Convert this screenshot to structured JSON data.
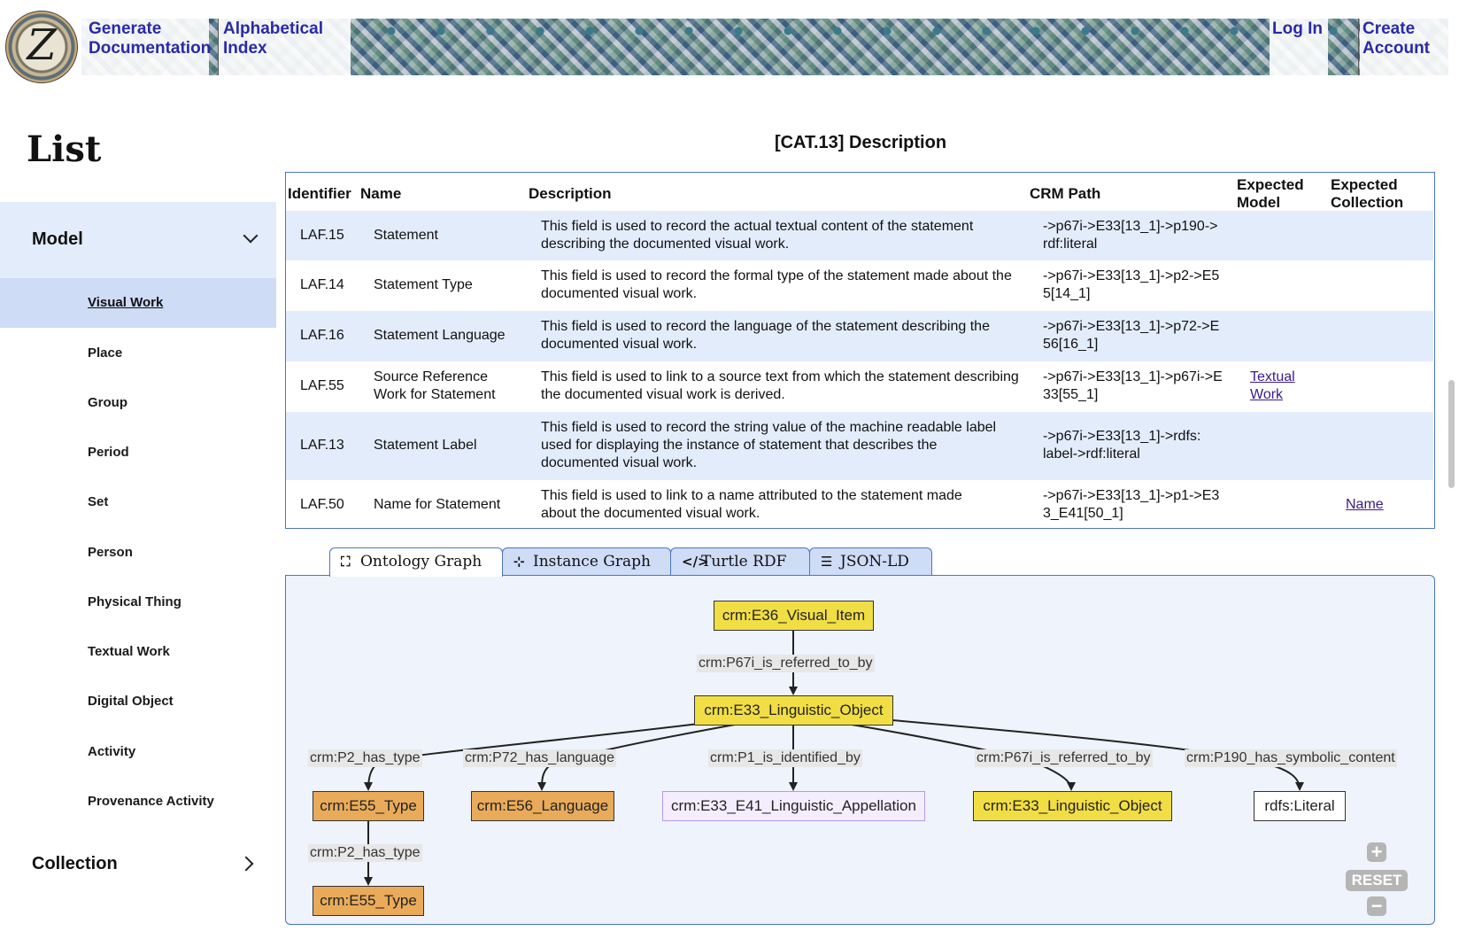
{
  "header": {
    "generate": "Generate Documentation",
    "index": "Alphabetical Index",
    "login": "Log In",
    "create": "Create Account"
  },
  "sidebar": {
    "title": "List",
    "model_label": "Model",
    "items": [
      "Visual Work",
      "Place",
      "Group",
      "Period",
      "Set",
      "Person",
      "Physical Thing",
      "Textual Work",
      "Digital Object",
      "Activity",
      "Provenance Activity"
    ],
    "collection_label": "Collection"
  },
  "main": {
    "title": "[CAT.13] Description",
    "columns": {
      "identifier": "Identifier",
      "name": "Name",
      "description": "Description",
      "crm_path": "CRM Path",
      "expected_model": "Expected Model",
      "expected_collection": "Expected Collection"
    },
    "rows": [
      {
        "id": "LAF.15",
        "name": "Statement",
        "desc": "This field is used to record the actual textual content of the statement describing the documented visual work.",
        "path": "->p67i->E33[13_1]->p190->rdf:literal",
        "model": "",
        "collection": ""
      },
      {
        "id": "LAF.14",
        "name": "Statement Type",
        "desc": "This field is used to record the formal type of the statement made about the documented visual work.",
        "path": "->p67i->E33[13_1]->p2->E55[14_1]",
        "model": "",
        "collection": ""
      },
      {
        "id": "LAF.16",
        "name": "Statement Language",
        "desc": "This field is used to record the language of the statement describing the documented visual work.",
        "path": "->p67i->E33[13_1]->p72->E56[16_1]",
        "model": "",
        "collection": ""
      },
      {
        "id": "LAF.55",
        "name": "Source Reference Work for Statement",
        "desc": "This field is used to link to a source text from which the statement describing the documented visual work is derived.",
        "path": "->p67i->E33[13_1]->p67i->E33[55_1]",
        "model": "Textual Work",
        "collection": ""
      },
      {
        "id": "LAF.13",
        "name": "Statement Label",
        "desc": "This field is used to record the string value of the machine readable label used for displaying the instance of statement that describes the documented visual work.",
        "path": "->p67i->E33[13_1]->rdfs:label->rdf:literal",
        "model": "",
        "collection": ""
      },
      {
        "id": "LAF.50",
        "name": "Name for Statement",
        "desc": "This field is used to link to a name attributed to the statement made about the documented visual work.",
        "path": "->p67i->E33[13_1]->p1->E33_E41[50_1]",
        "model": "",
        "collection": "Name"
      }
    ]
  },
  "tabs": [
    {
      "label": "Ontology Graph",
      "icon": "ontology-graph-icon",
      "active": true
    },
    {
      "label": "Instance Graph",
      "icon": "instance-graph-icon",
      "active": false
    },
    {
      "label": "Turtle RDF",
      "icon": "code-icon",
      "active": false
    },
    {
      "label": "JSON-LD",
      "icon": "list-icon",
      "active": false
    }
  ],
  "graph": {
    "nodes": {
      "visual_item": "crm:E36_Visual_Item",
      "linguistic_object": "crm:E33_Linguistic_Object",
      "type": "crm:E55_Type",
      "language": "crm:E56_Language",
      "appellation": "crm:E33_E41_Linguistic_Appellation",
      "linguistic_object_2": "crm:E33_Linguistic_Object",
      "literal": "rdfs:Literal",
      "type_2": "crm:E55_Type"
    },
    "edges": {
      "referred_to_by": "crm:P67i_is_referred_to_by",
      "has_type": "crm:P2_has_type",
      "has_language": "crm:P72_has_language",
      "identified_by": "crm:P1_is_identified_by",
      "referred_to_by_2": "crm:P67i_is_referred_to_by",
      "symbolic_content": "crm:P190_has_symbolic_content",
      "has_type_2": "crm:P2_has_type"
    },
    "colors": {
      "yellow": "#f1de44",
      "orange": "#e9ab5a",
      "purple": "#f3edfd"
    },
    "controls": {
      "zoom_in": "+",
      "reset": "RESET",
      "zoom_out": "−"
    }
  }
}
